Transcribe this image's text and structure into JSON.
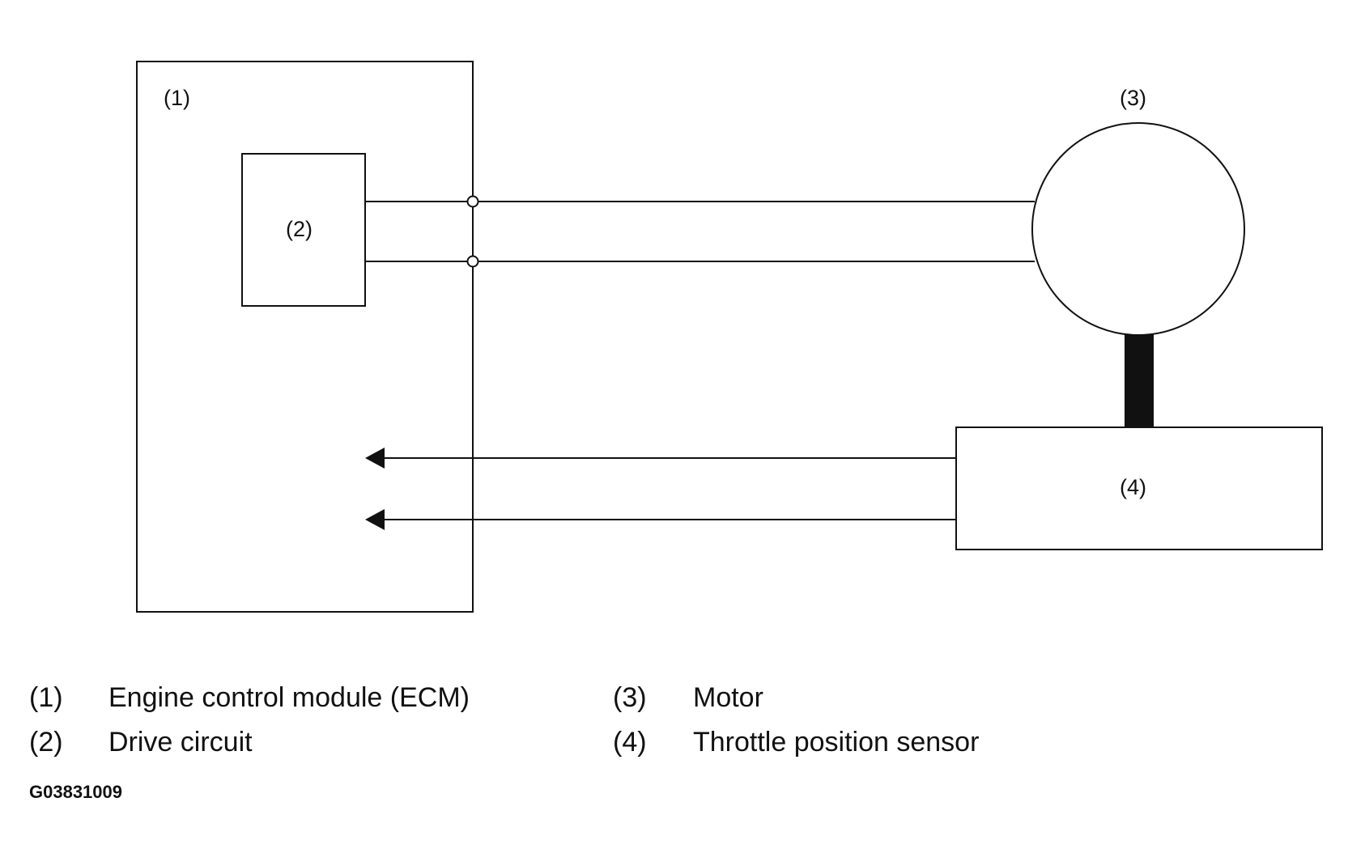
{
  "diagram": {
    "callouts": {
      "ecm": "(1)",
      "drive_circuit": "(2)",
      "motor": "(3)",
      "throttle_sensor": "(4)"
    },
    "legend": [
      {
        "num": "(1)",
        "text": "Engine control module (ECM)"
      },
      {
        "num": "(2)",
        "text": "Drive circuit"
      },
      {
        "num": "(3)",
        "text": "Motor"
      },
      {
        "num": "(4)",
        "text": "Throttle position sensor"
      }
    ],
    "figure_id": "G03831009"
  }
}
